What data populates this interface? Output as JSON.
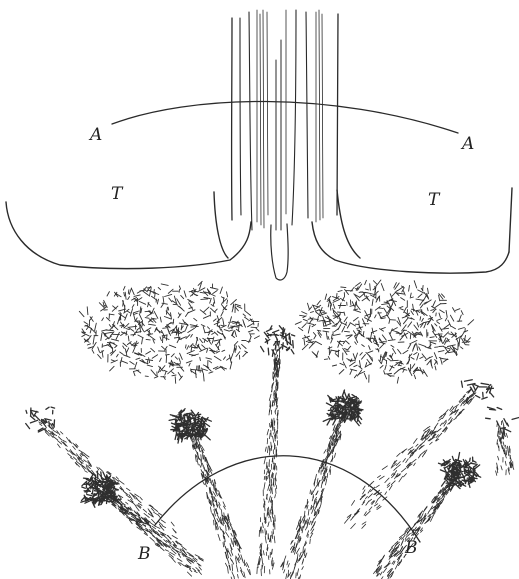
{
  "figure": {
    "labels": {
      "a_left": "A",
      "a_right": "A",
      "t_left": "T",
      "t_right": "T",
      "b_left": "B",
      "b_right": "B"
    },
    "ink_color": "#2a2a2a",
    "background": "#ffffff"
  }
}
